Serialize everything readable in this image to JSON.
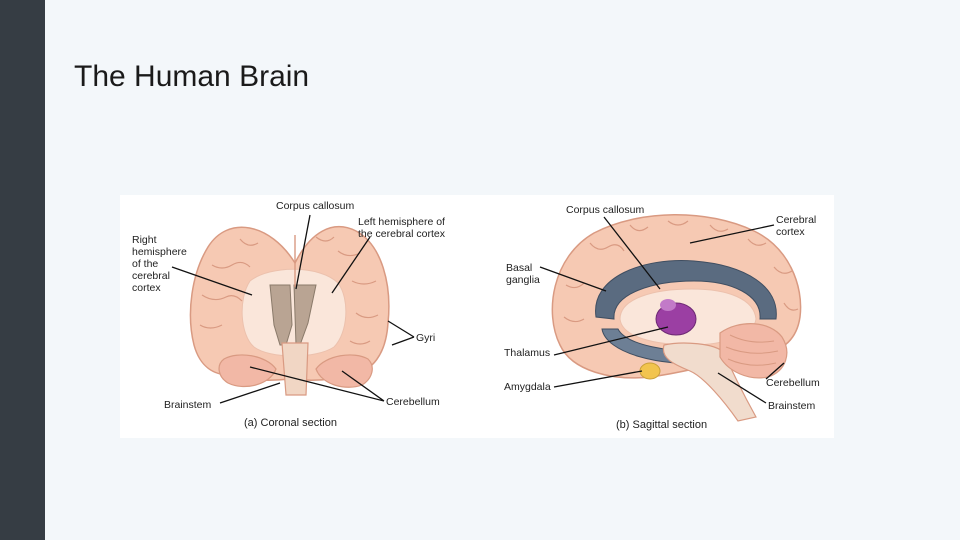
{
  "slide": {
    "title": "The Human Brain"
  },
  "coronal": {
    "labels": {
      "corpus_callosum": "Corpus callosum",
      "right_hemisphere_1": "Right",
      "right_hemisphere_2": "hemisphere",
      "right_hemisphere_3": "of the",
      "right_hemisphere_4": "cerebral",
      "right_hemisphere_5": "cortex",
      "left_hemisphere_1": "Left hemisphere of",
      "left_hemisphere_2": "the cerebral cortex",
      "gyri": "Gyri",
      "brainstem": "Brainstem",
      "cerebellum": "Cerebellum"
    },
    "caption": "(a) Coronal section"
  },
  "sagittal": {
    "labels": {
      "corpus_callosum": "Corpus callosum",
      "cerebral_cortex_1": "Cerebral",
      "cerebral_cortex_2": "cortex",
      "basal_ganglia_1": "Basal",
      "basal_ganglia_2": "ganglia",
      "thalamus": "Thalamus",
      "amygdala": "Amygdala",
      "cerebellum": "Cerebellum",
      "brainstem": "Brainstem"
    },
    "caption": "(b) Sagittal section"
  },
  "colors": {
    "sidebar": "#363d44",
    "background": "#f3f7fa",
    "brain_tissue": "#f6c9b3",
    "brain_outline": "#d99a82",
    "white_matter": "#fae6da",
    "ventricle": "#8a7a6a",
    "corpus_callosum": "#5a6b80",
    "thalamus": "#9b3fa3",
    "amygdala": "#f2c44e"
  }
}
